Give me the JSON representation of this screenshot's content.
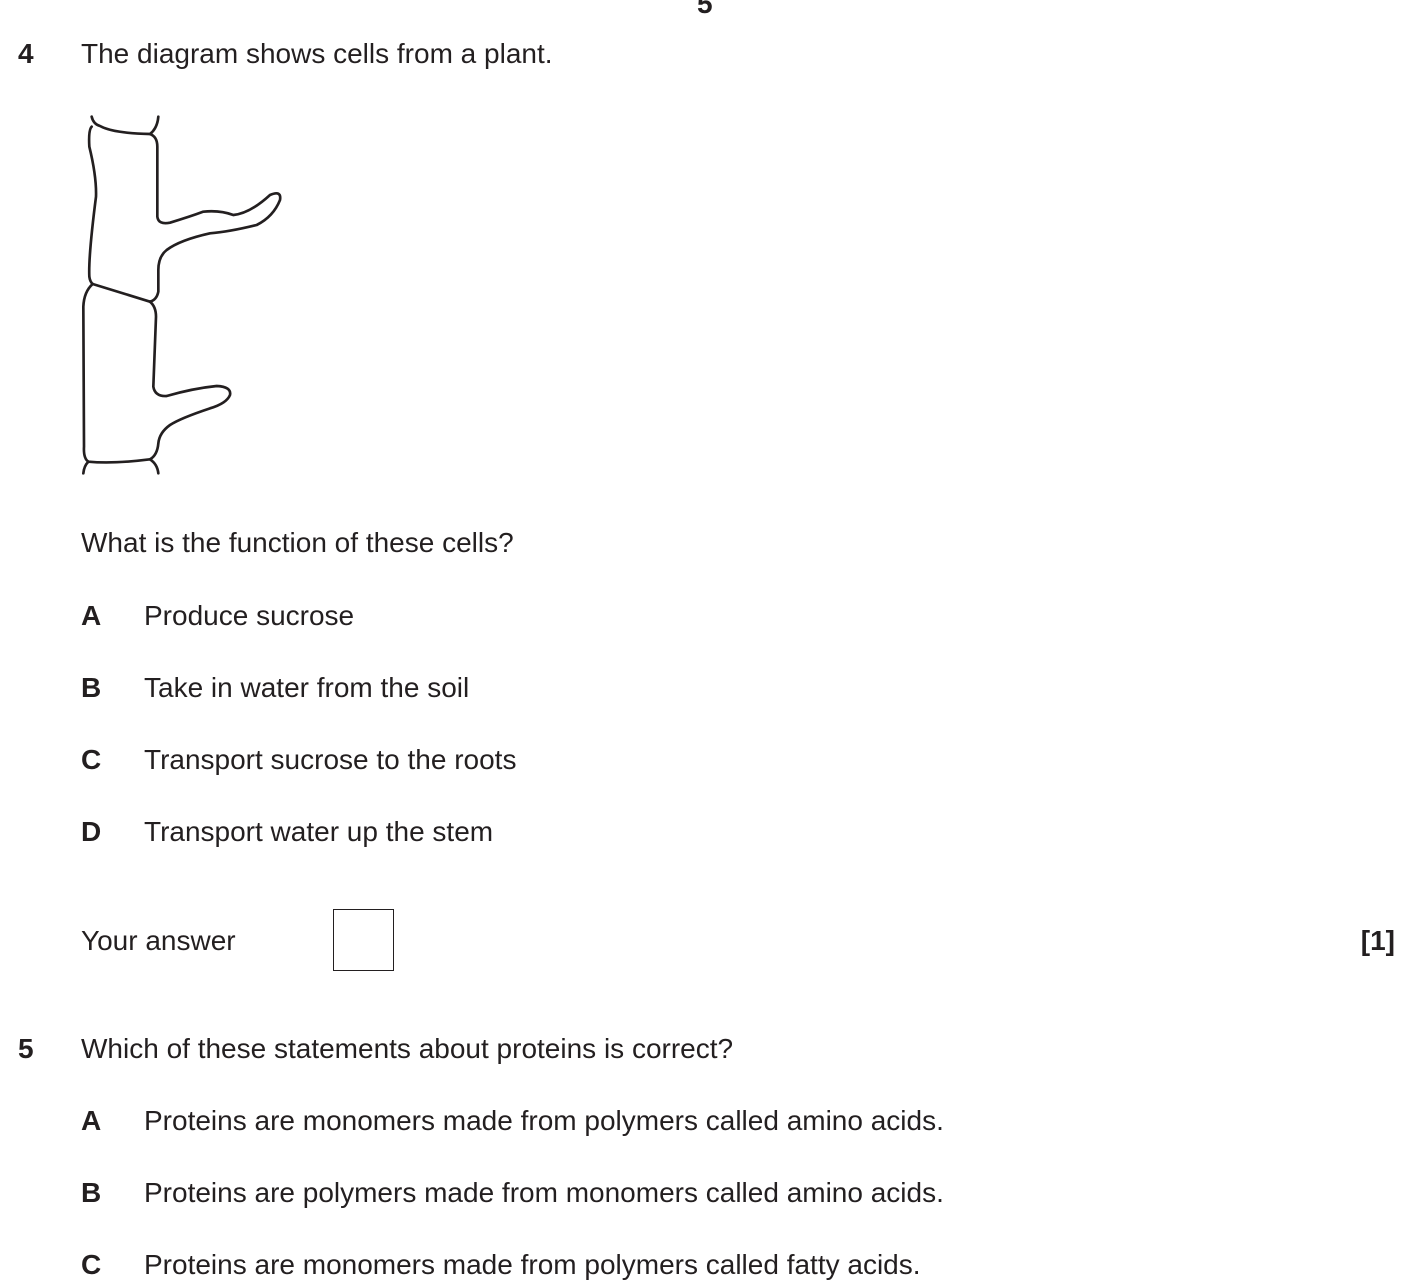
{
  "page_number": "5",
  "questions": [
    {
      "number": "4",
      "stem": "The diagram shows cells from a plant.",
      "prompt": "What is the function of these cells?",
      "options": [
        {
          "letter": "A",
          "text": "Produce sucrose"
        },
        {
          "letter": "B",
          "text": "Take in water from the soil"
        },
        {
          "letter": "C",
          "text": "Transport sucrose to the roots"
        },
        {
          "letter": "D",
          "text": "Transport water up the stem"
        }
      ],
      "answer_label": "Your answer",
      "answer_value": "",
      "marks": "[1]"
    },
    {
      "number": "5",
      "stem": "Which of these statements about proteins is correct?",
      "options": [
        {
          "letter": "A",
          "text": "Proteins are monomers made from polymers called amino acids."
        },
        {
          "letter": "B",
          "text": "Proteins are polymers made from monomers called amino acids."
        },
        {
          "letter": "C",
          "text": "Proteins are monomers made from polymers called fatty acids."
        }
      ]
    }
  ]
}
